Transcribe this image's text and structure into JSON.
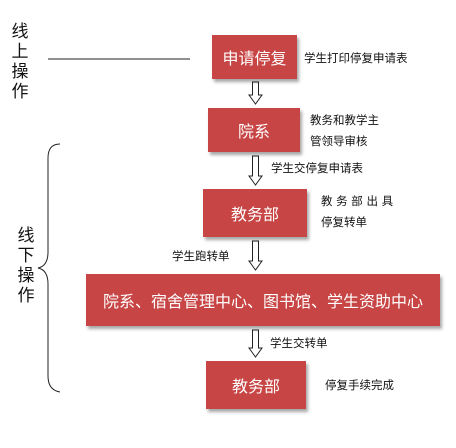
{
  "side_labels": {
    "online": [
      "线",
      "上",
      "操",
      "作"
    ],
    "offline": [
      "线",
      "下",
      "操",
      "作"
    ]
  },
  "steps": [
    {
      "label": "申请停复",
      "note": [
        "学生打印停复申请表"
      ]
    },
    {
      "label": "院系",
      "note": [
        "教务和教学主",
        "管领导审核"
      ]
    },
    {
      "label": "教务部",
      "note": [
        "教 务 部 出 具",
        "停复转单"
      ]
    },
    {
      "label": "院系、宿舍管理中心、图书馆、学生资助中心",
      "note": []
    },
    {
      "label": "教务部",
      "note": [
        "停复手续完成"
      ]
    }
  ],
  "transitions": [
    "学生交停复申请表",
    "学生跑转单",
    "学生交转单"
  ],
  "colors": {
    "box": "#c74544",
    "box_text": "#ffffff",
    "line": "#222222"
  }
}
